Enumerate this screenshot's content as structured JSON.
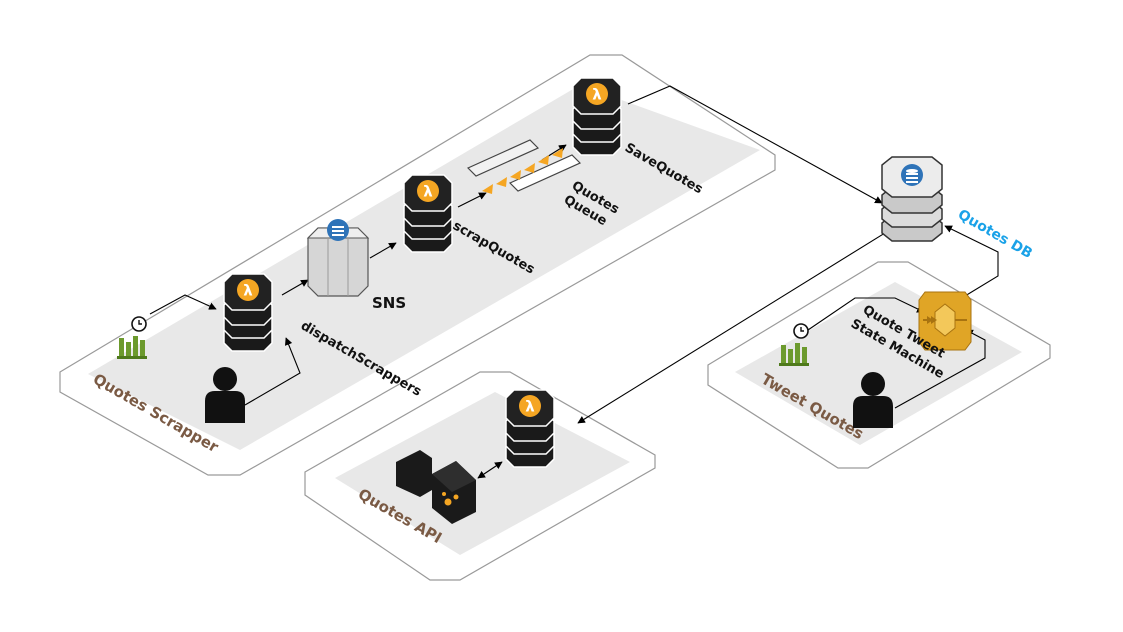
{
  "groups": {
    "scrapper": "Quotes Scrapper",
    "api": "Quotes API",
    "tweet": "Tweet Quotes"
  },
  "nodes": {
    "dispatch": "dispatchScrappers",
    "sns": "SNS",
    "scrap": "scrapQuotes",
    "queue_line1": "Quotes",
    "queue_line2": "Queue",
    "save": "SaveQuotes",
    "db": "Quotes DB",
    "sm_line1": "Quote Tweet",
    "sm_line2": "State Machine"
  },
  "icons": {
    "lambda": "lambda-icon",
    "sns": "sns-topic-icon",
    "queue": "sqs-queue-icon",
    "database": "dynamodb-icon",
    "scheduler": "cloudwatch-schedule-icon",
    "user": "user-icon",
    "api_gateway": "api-gateway-icon",
    "step_functions": "step-functions-icon"
  },
  "colors": {
    "lambda_badge": "#f5a623",
    "db_label": "#1aa2e8",
    "group_label": "#7a5a44",
    "scheduler_green": "#6c9a2d",
    "step_functions_gold": "#e0a526"
  }
}
